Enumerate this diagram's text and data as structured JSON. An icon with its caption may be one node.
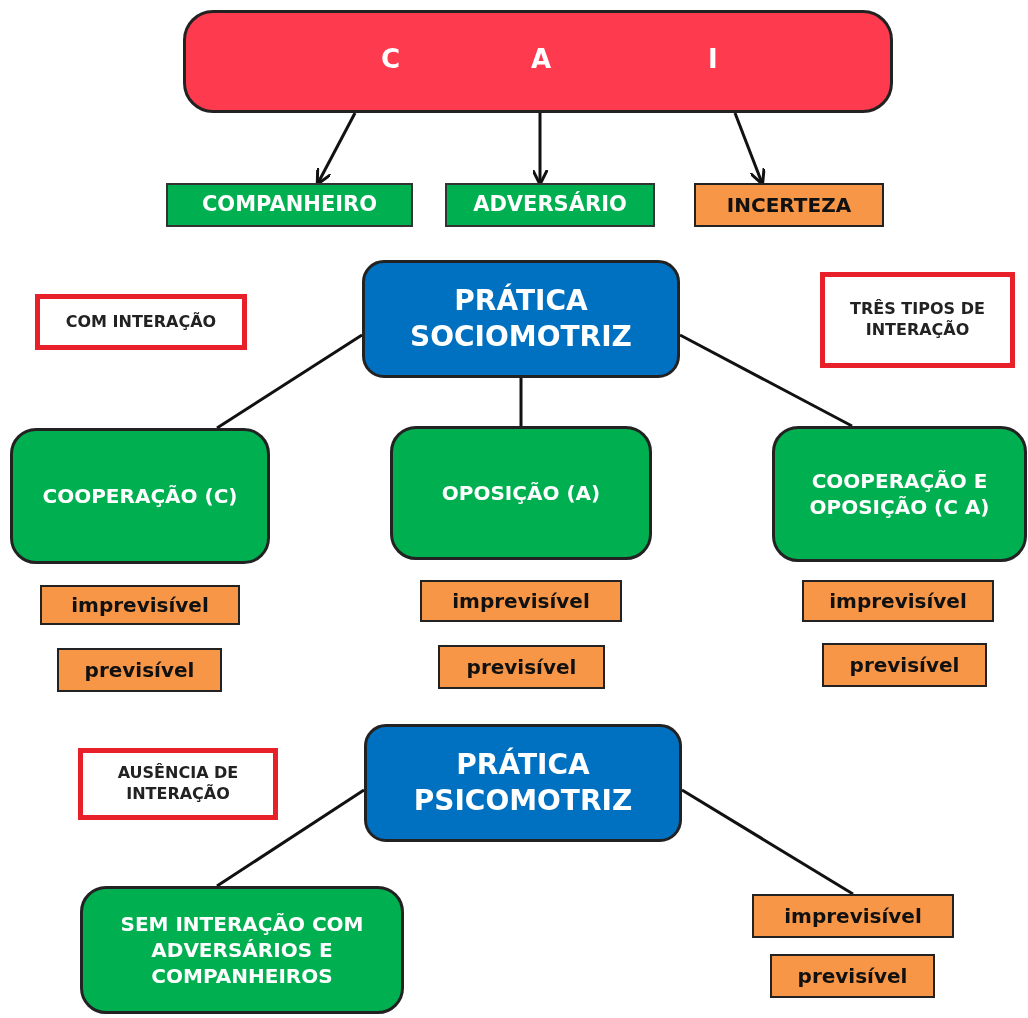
{
  "diagram": {
    "nodes": [
      {
        "text": [
          "C",
          "A",
          "I"
        ]
      },
      {
        "text": [
          "COMPANHEIRO"
        ]
      },
      {
        "text": [
          "ADVERSÁRIO"
        ]
      },
      {
        "text": [
          "INCERTEZA"
        ]
      },
      {
        "text": [
          "COM INTERAÇÃO"
        ]
      },
      {
        "text": [
          "PRÁTICA SOCIOMOTRIZ"
        ]
      },
      {
        "text": [
          "TRÊS TIPOS DE INTERAÇÃO"
        ]
      },
      {
        "text": [
          "COOPERAÇÃO (C)"
        ]
      },
      {
        "text": [
          "OPOSIÇÃO (A)"
        ]
      },
      {
        "text": [
          "COOPERAÇÃO E OPOSIÇÃO (C A)"
        ]
      },
      {
        "text": [
          "imprevisível"
        ]
      },
      {
        "text": [
          "imprevisível"
        ]
      },
      {
        "text": [
          "imprevisível"
        ]
      },
      {
        "text": [
          "previsível"
        ]
      },
      {
        "text": [
          "previsível"
        ]
      },
      {
        "text": [
          "previsível"
        ]
      },
      {
        "text": [
          "AUSÊNCIA DE INTERAÇÃO"
        ]
      },
      {
        "text": [
          "PRÁTICA PSICOMOTRIZ"
        ]
      },
      {
        "text": [
          "SEM INTERAÇÃO COM ADVERSÁRIOS E COMPANHEIROS"
        ]
      },
      {
        "text": [
          "imprevisível"
        ]
      },
      {
        "text": [
          "previsível"
        ]
      }
    ],
    "edges": [
      {
        "from": 0,
        "to": 1,
        "arrow": "to"
      },
      {
        "from": 0,
        "to": 2,
        "arrow": "to"
      },
      {
        "from": 0,
        "to": 3,
        "arrow": "to"
      },
      {
        "from": 5,
        "to": 7,
        "arrow": "none"
      },
      {
        "from": 5,
        "to": 8,
        "arrow": "none"
      },
      {
        "from": 5,
        "to": 9,
        "arrow": "none"
      },
      {
        "from": 17,
        "to": 18,
        "arrow": "none"
      },
      {
        "from": 17,
        "to": 19,
        "arrow": "none"
      }
    ]
  }
}
